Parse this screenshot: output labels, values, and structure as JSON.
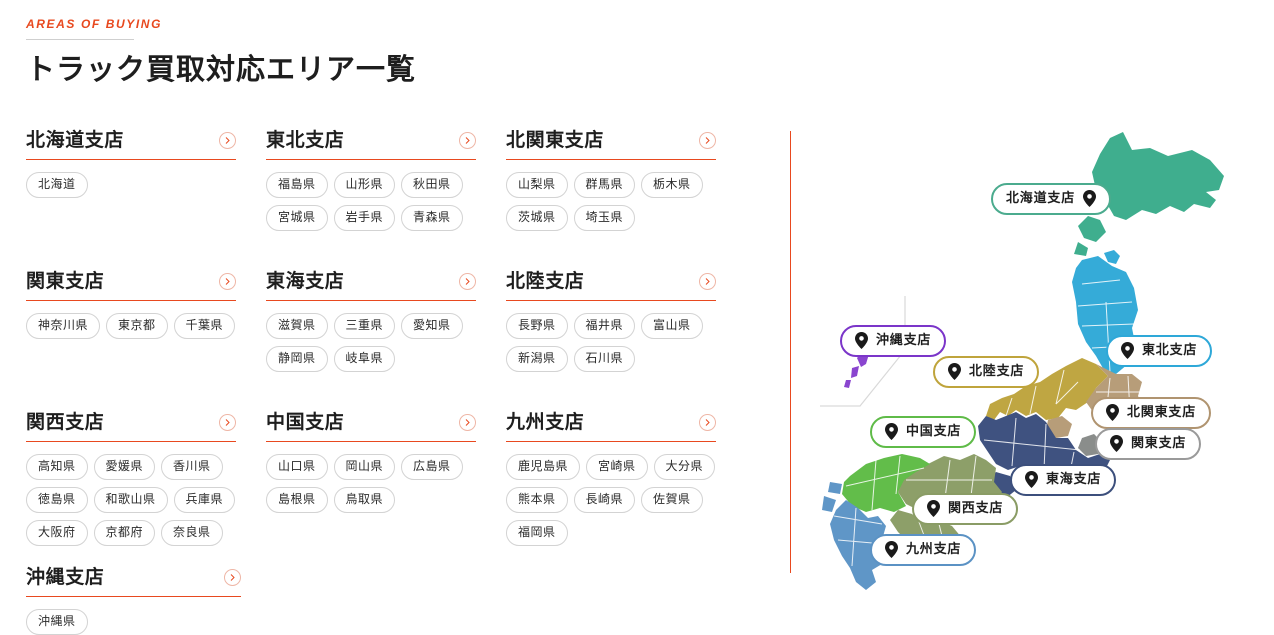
{
  "header": {
    "eyebrow": "AREAS OF BUYING",
    "title": "トラック買取対応エリア一覧",
    "accent_color": "#e8491f"
  },
  "branches": [
    {
      "name": "北海道支店",
      "arrow_icon": "chevron-right-icon",
      "prefectures": [
        "北海道"
      ]
    },
    {
      "name": "東北支店",
      "arrow_icon": "chevron-right-icon",
      "prefectures": [
        "福島県",
        "山形県",
        "秋田県",
        "宮城県",
        "岩手県",
        "青森県"
      ]
    },
    {
      "name": "北関東支店",
      "arrow_icon": "chevron-right-icon",
      "prefectures": [
        "山梨県",
        "群馬県",
        "栃木県",
        "茨城県",
        "埼玉県"
      ]
    },
    {
      "name": "関東支店",
      "arrow_icon": "chevron-right-icon",
      "prefectures": [
        "神奈川県",
        "東京都",
        "千葉県"
      ]
    },
    {
      "name": "東海支店",
      "arrow_icon": "chevron-right-icon",
      "prefectures": [
        "滋賀県",
        "三重県",
        "愛知県",
        "静岡県",
        "岐阜県"
      ]
    },
    {
      "name": "北陸支店",
      "arrow_icon": "chevron-right-icon",
      "prefectures": [
        "長野県",
        "福井県",
        "富山県",
        "新潟県",
        "石川県"
      ]
    },
    {
      "name": "関西支店",
      "arrow_icon": "chevron-right-icon",
      "prefectures": [
        "高知県",
        "愛媛県",
        "香川県",
        "徳島県",
        "和歌山県",
        "兵庫県",
        "大阪府",
        "京都府",
        "奈良県"
      ]
    },
    {
      "name": "中国支店",
      "arrow_icon": "chevron-right-icon",
      "prefectures": [
        "山口県",
        "岡山県",
        "広島県",
        "島根県",
        "鳥取県"
      ]
    },
    {
      "name": "九州支店",
      "arrow_icon": "chevron-right-icon",
      "prefectures": [
        "鹿児島県",
        "宮崎県",
        "大分県",
        "熊本県",
        "長崎県",
        "佐賀県",
        "福岡県"
      ]
    },
    {
      "name": "沖縄支店",
      "arrow_icon": "chevron-right-icon",
      "prefectures": [
        "沖縄県"
      ]
    }
  ],
  "map": {
    "pin_icon": "map-pin-icon",
    "labels": [
      {
        "text": "北海道支店",
        "color": "#4bab8e",
        "pin_side": "right"
      },
      {
        "text": "東北支店",
        "color": "#2ea8d8",
        "pin_side": "left"
      },
      {
        "text": "北関東支店",
        "color": "#b09470",
        "pin_side": "left"
      },
      {
        "text": "関東支店",
        "color": "#8c8c8c",
        "pin_side": "left"
      },
      {
        "text": "東海支店",
        "color": "#3c4f7c",
        "pin_side": "left"
      },
      {
        "text": "北陸支店",
        "color": "#bfa43c",
        "pin_side": "left"
      },
      {
        "text": "関西支店",
        "color": "#8a9c65",
        "pin_side": "left"
      },
      {
        "text": "中国支店",
        "color": "#5fbb48",
        "pin_side": "left"
      },
      {
        "text": "九州支店",
        "color": "#5b92c4",
        "pin_side": "left"
      },
      {
        "text": "沖縄支店",
        "color": "#7b35c9",
        "pin_side": "left"
      }
    ],
    "region_colors": {
      "hokkaido": "#3fae8e",
      "tohoku": "#35abd8",
      "kita_kanto": "#b79d79",
      "kanto": "#8a8d8b",
      "hokuriku": "#bfa642",
      "tokai": "#3f5280",
      "kansai": "#8d9f69",
      "chugoku": "#62bd4a",
      "kyushu": "#5f96c7",
      "okinawa": "#8a45cf"
    }
  }
}
